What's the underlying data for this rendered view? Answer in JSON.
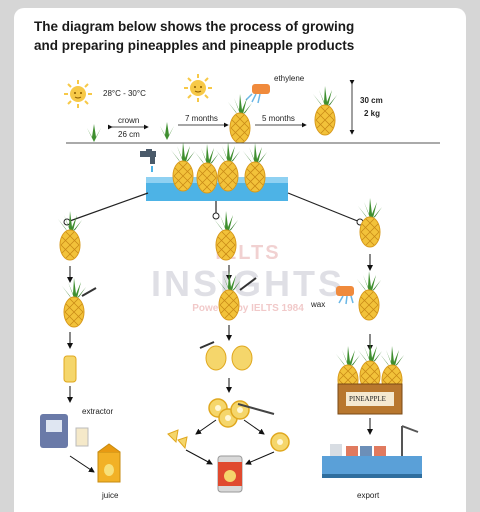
{
  "title_line1": "The diagram below shows the process of growing",
  "title_line2": "and preparing pineapples and pineapple products",
  "labels": {
    "temperature": "28°C - 30°C",
    "ethylene": "ethylene",
    "crown": "crown",
    "crown_size": "26 cm",
    "months_1": "7 months",
    "months_2": "5 months",
    "height": "30 cm",
    "weight": "2 kg",
    "extractor": "extractor",
    "juice": "juice",
    "wax": "wax",
    "export": "export",
    "crate_text": "PINEAPPLE"
  },
  "watermark": {
    "line1": "IELTS",
    "line2": "INSIGHTS",
    "line3": "Powered by IELTS 1984"
  },
  "colors": {
    "pineapple_body": "#f2c23a",
    "pineapple_leaf": "#3f8f2f",
    "water": "#4db3e6",
    "sun": "#f7c948"
  }
}
